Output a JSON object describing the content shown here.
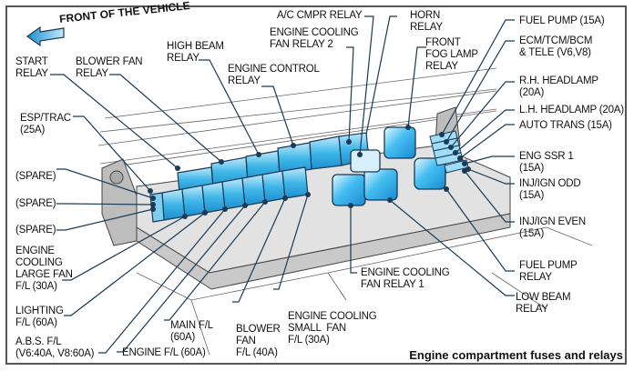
{
  "diagram": {
    "title": "Engine compartment fuses and relays",
    "direction_label": "FRONT OF THE VEHICLE",
    "direction_icon": "arrow-left-icon",
    "accent_color": "#3fb6e8",
    "labels": {
      "start_relay": "START\nRELAY",
      "blower_fan_relay": "BLOWER FAN\nRELAY",
      "high_beam_relay": "HIGH BEAM\nRELAY",
      "engine_control_relay": "ENGINE CONTROL\nRELAY",
      "engine_cooling_fan_relay_2": "ENGINE COOLING\nFAN RELAY 2",
      "ac_cmpr_relay": "A/C CMPR RELAY",
      "horn_relay": "HORN\nRELAY",
      "front_fog_lamp_relay": "FRONT\nFOG LAMP\nRELAY",
      "fuel_pump_15a": "FUEL PUMP (15A)",
      "ecm_tcm_bcm": "ECM/TCM/BCM\n& TELE (V6,V8)",
      "rh_headlamp": "R.H. HEADLAMP\n(20A)",
      "lh_headlamp": "L.H. HEADLAMP (20A)",
      "auto_trans": "AUTO TRANS (15A)",
      "eng_ssr_1": "ENG SSR 1\n(15A)",
      "inj_ign_odd": "INJ/IGN ODD\n(15A)",
      "inj_ign_even": "INJ/IGN EVEN\n(15A)",
      "fuel_pump_relay": "FUEL PUMP\nRELAY",
      "low_beam_relay": "LOW BEAM\nRELAY",
      "engine_cooling_fan_relay_1": "ENGINE COOLING\nFAN RELAY 1",
      "engine_cooling_small_fan": "ENGINE COOLING\nSMALL  FAN\nF/L (30A)",
      "blower_fan_fl": "BLOWER\nFAN\nF/L (40A)",
      "main_fl": "MAIN F/L\n(60A)",
      "engine_fl": "ENGINE F/L (60A)",
      "abs_fl": "A.B.S. F/L\n(V6:40A, V8:60A)",
      "lighting_fl": "LIGHTING\nF/L (60A)",
      "engine_cooling_large_fan": "ENGINE\nCOOLING\nLARGE FAN\nF/L (30A)",
      "spare_1": "(SPARE)",
      "spare_2": "(SPARE)",
      "spare_3": "(SPARE)",
      "esp_trac": "ESP/TRAC\n(25A)"
    }
  }
}
